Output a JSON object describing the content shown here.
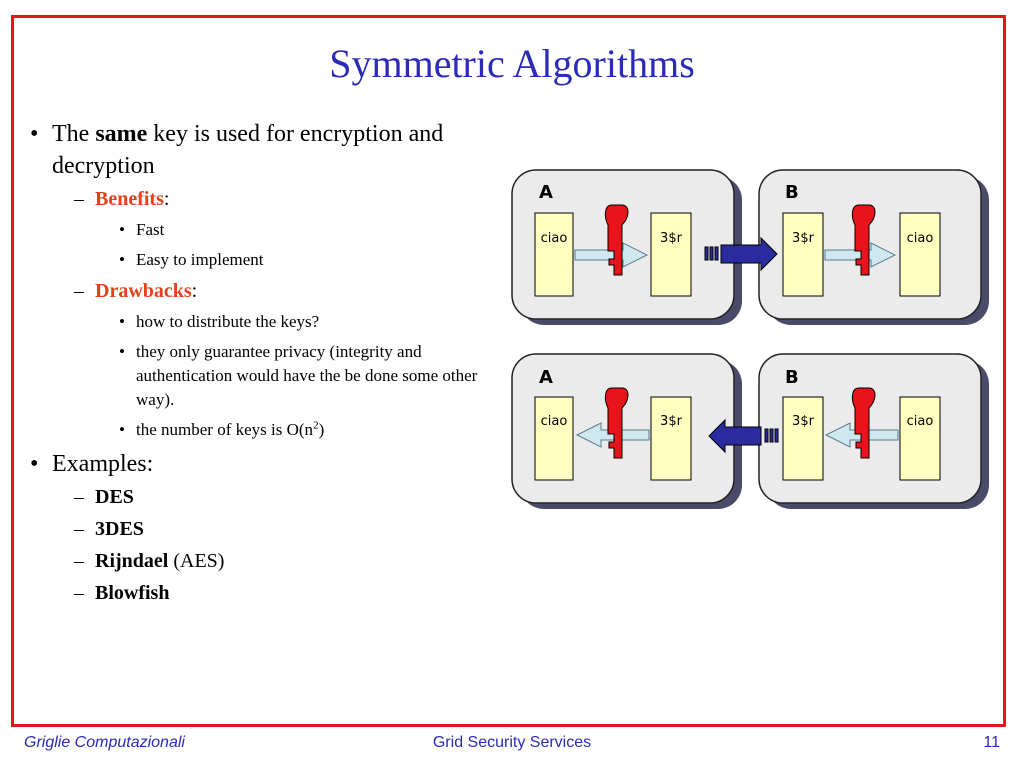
{
  "slide": {
    "title": "Symmetric Algorithms",
    "bullet1": {
      "prefix": "The ",
      "bold": "same",
      "suffix": " key is used for encryption and decryption",
      "benefits": {
        "dash": "–",
        "label": "Benefits",
        "colon": ":",
        "items": [
          "Fast",
          "Easy to implement"
        ]
      },
      "drawbacks": {
        "dash": "–",
        "label": "Drawbacks",
        "colon": ":",
        "items": [
          "how to distribute the keys?",
          "they only guarantee privacy (integrity and authentication would have the be done some other way)."
        ],
        "keys_count": {
          "prefix": "the number of keys is O(n",
          "sup": "2",
          "suffix": ")"
        }
      }
    },
    "bullet2": {
      "label": "Examples:",
      "items": [
        {
          "dash": "–",
          "bold": "DES",
          "rest": ""
        },
        {
          "dash": "–",
          "bold": "3DES",
          "rest": ""
        },
        {
          "dash": "–",
          "bold": "Rijndael",
          "rest": " (AES)"
        },
        {
          "dash": "–",
          "bold": "Blowfish",
          "rest": ""
        }
      ]
    }
  },
  "diagram": {
    "colors": {
      "box_fill": "#ebebeb",
      "box_shadow": "#4a4a6a",
      "doc_fill": "#ffffc0",
      "key_color": "#e8141c",
      "flow_arrow_fill": "#cfe8f0",
      "transfer_arrow_fill": "#2b2ba0"
    },
    "top": {
      "left_label": "A",
      "right_label": "B",
      "a_plain": "ciao",
      "a_cipher": "3$r",
      "b_cipher": "3$r",
      "b_plain": "ciao"
    },
    "bottom": {
      "left_label": "A",
      "right_label": "B",
      "a_plain": "ciao",
      "a_cipher": "3$r",
      "b_cipher": "3$r",
      "b_plain": "ciao"
    }
  },
  "footer": {
    "left": "Griglie Computazionali",
    "center": "Grid Security Services",
    "page_number": "11"
  }
}
